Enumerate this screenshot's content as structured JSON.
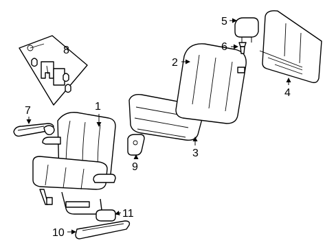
{
  "diagram": {
    "callouts": [
      {
        "id": "seat-assembly",
        "label": "1"
      },
      {
        "id": "seat-back-cushion",
        "label": "2"
      },
      {
        "id": "seat-cushion",
        "label": "3"
      },
      {
        "id": "seat-back-panel",
        "label": "4"
      },
      {
        "id": "headrest",
        "label": "5"
      },
      {
        "id": "headrest-guide",
        "label": "6"
      },
      {
        "id": "armrest",
        "label": "7"
      },
      {
        "id": "bracket-kit",
        "label": "8"
      },
      {
        "id": "recliner-cover",
        "label": "9"
      },
      {
        "id": "lower-trim-panel",
        "label": "10"
      },
      {
        "id": "handle",
        "label": "11"
      }
    ]
  }
}
